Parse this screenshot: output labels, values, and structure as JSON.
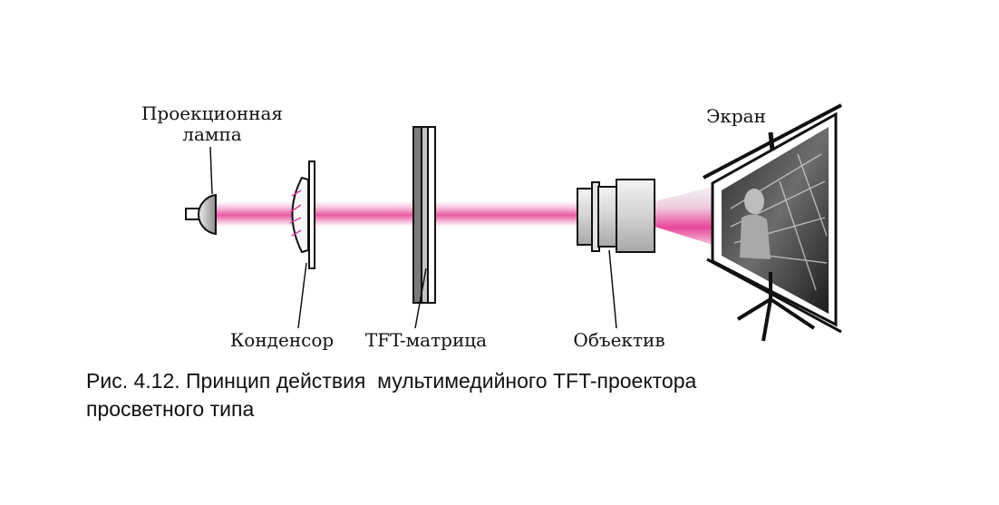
{
  "labels": {
    "lamp_line1": "Проекционная",
    "lamp_line2": "лампа",
    "condenser": "Конденсор",
    "tft_matrix": "TFT-матрица",
    "objective": "Объектив",
    "screen": "Экран"
  },
  "caption": {
    "line1": "Рис. 4.12. Принцип действия  мультимедийного TFT-проектора",
    "line2": "просветного типа"
  },
  "colors": {
    "beam": "#e8479a",
    "ink": "#111111",
    "matrix_dark": "#7a7a7a",
    "lens_body": "#d9d9d9"
  }
}
